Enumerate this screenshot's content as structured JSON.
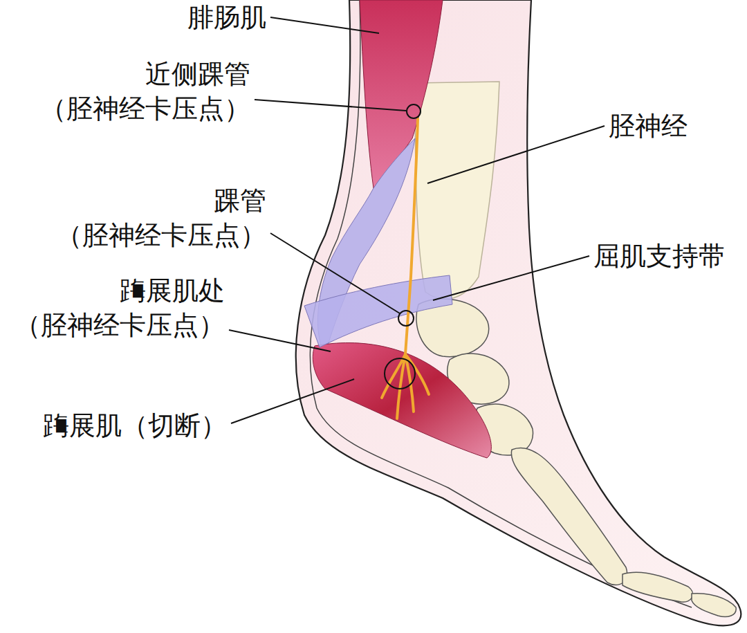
{
  "diagram": {
    "labels": [
      "腓肠肌",
      "近侧踝管 （胫神经卡压点）",
      "胫神经",
      "踝管 （胫神经卡压点）",
      "屈肌支持带",
      "踇展肌处 （胫神经卡压点）",
      "踇展肌（切断）"
    ]
  }
}
